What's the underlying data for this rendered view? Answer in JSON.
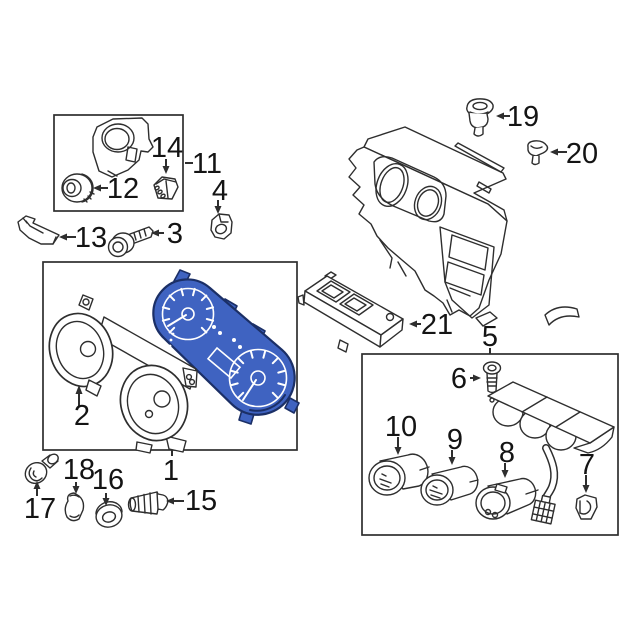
{
  "figure": {
    "type": "parts-diagram",
    "background": "#ffffff",
    "line_color": "#2e2e2e",
    "highlight_fill": "#3f63c1",
    "highlight_stroke": "#1b2f66"
  },
  "labels": {
    "l1": "1",
    "l2": "2",
    "l3": "3",
    "l4": "4",
    "l5": "5",
    "l6": "6",
    "l7": "7",
    "l8": "8",
    "l9": "9",
    "l10": "10",
    "l11": "11",
    "l12": "12",
    "l13": "13",
    "l14": "14",
    "l15": "15",
    "l16": "16",
    "l17": "17",
    "l18": "18",
    "l19": "19",
    "l20": "20",
    "l21": "21"
  }
}
